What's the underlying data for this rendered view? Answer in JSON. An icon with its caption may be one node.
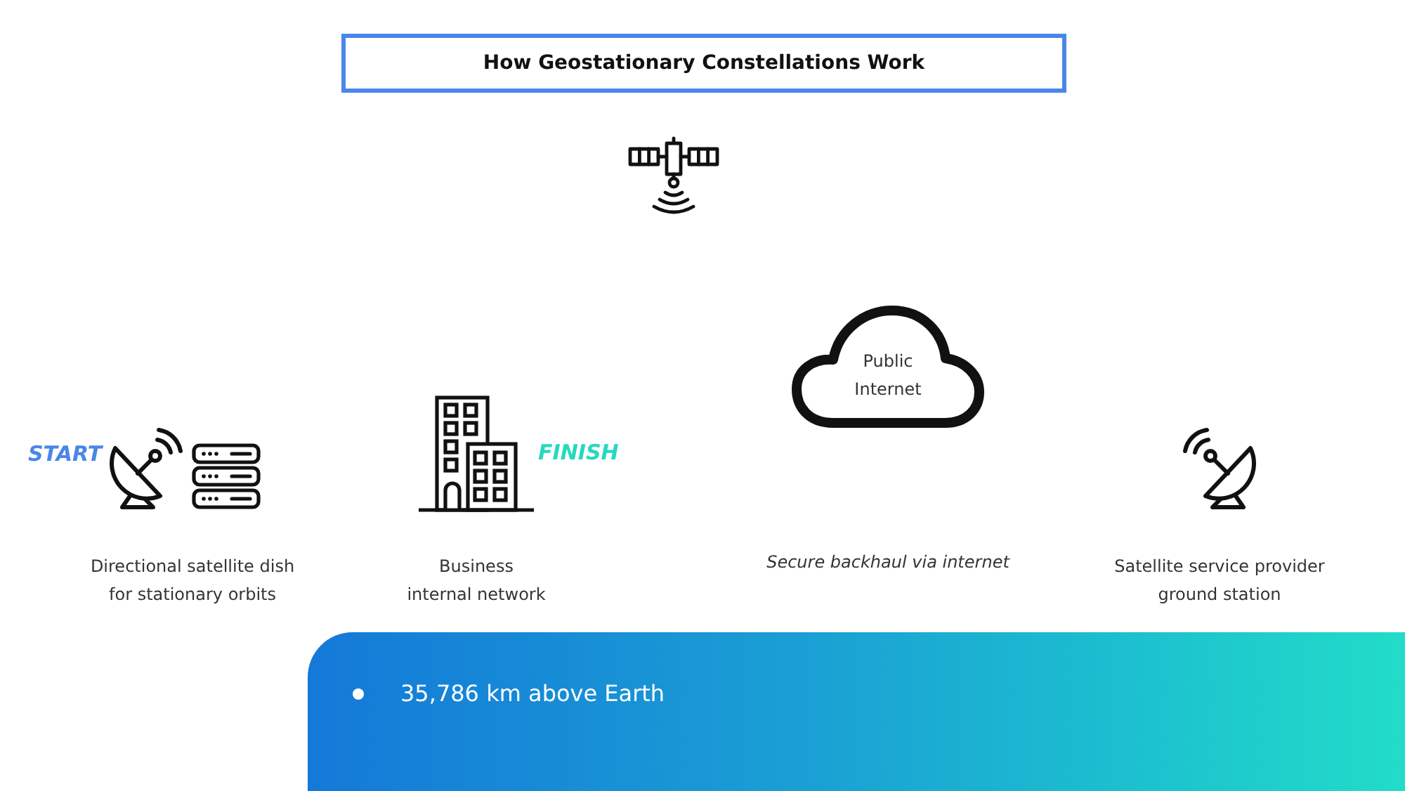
{
  "diagram": {
    "title": "How Geostationary Constellations Work",
    "nodes": [
      {
        "text": [],
        "shape": "picture"
      },
      {
        "text": [
          "Directional satellite dish for stationary orbits"
        ],
        "beside": [
          "START"
        ]
      },
      {
        "text": [
          "Business internal network"
        ],
        "beside": [
          "FINISH"
        ]
      },
      {
        "text": [
          "Public Internet"
        ]
      },
      {
        "text": [
          "Satellite service provider ground station"
        ]
      },
      {
        "text": [
          "35,786 km above Earth"
        ]
      }
    ],
    "labels": [
      "Secure backhaul via internet"
    ]
  }
}
